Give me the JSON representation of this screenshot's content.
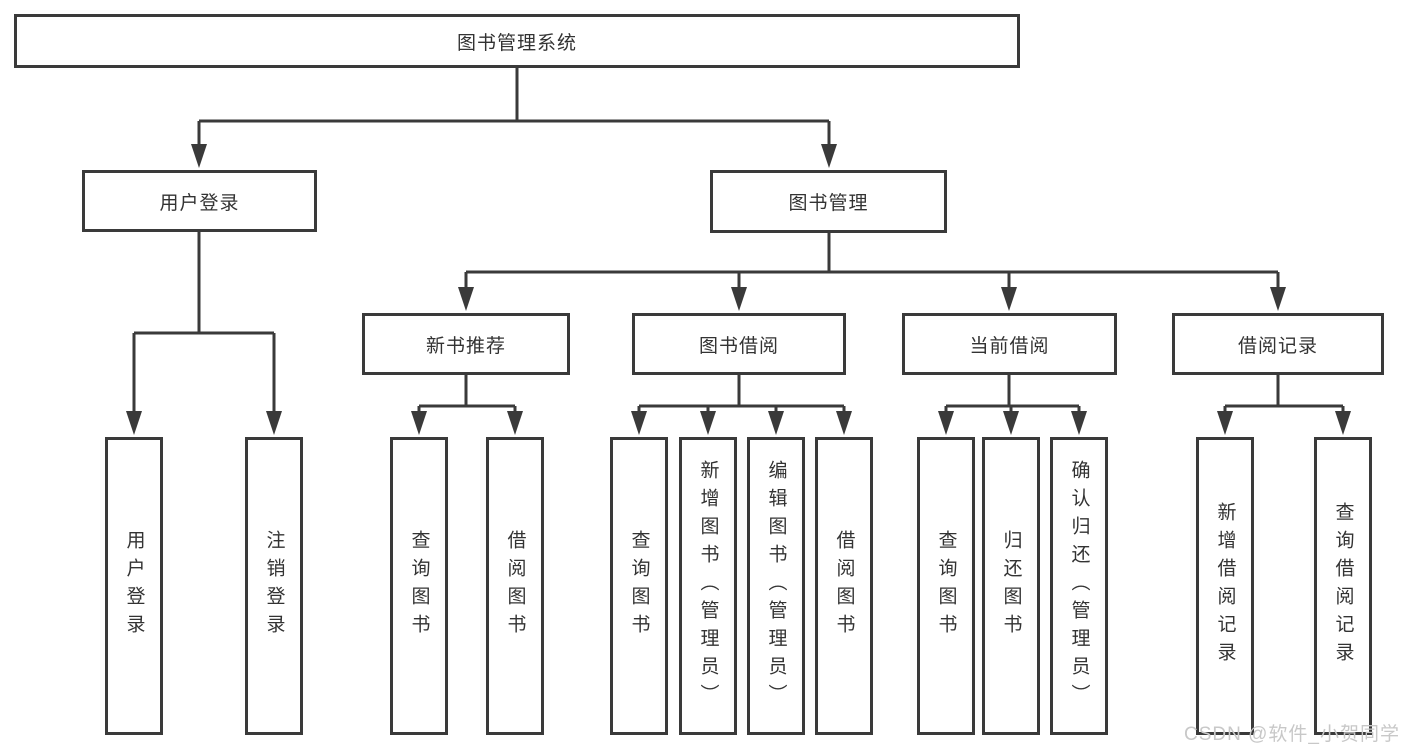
{
  "diagram": {
    "type": "hierarchy-tree",
    "root": {
      "label": "图书管理系统"
    },
    "branches": [
      {
        "label": "用户登录",
        "children": [
          {
            "label": "用户登录"
          },
          {
            "label": "注销登录"
          }
        ]
      },
      {
        "label": "图书管理",
        "children": [
          {
            "label": "新书推荐",
            "children": [
              {
                "label": "查询图书"
              },
              {
                "label": "借阅图书"
              }
            ]
          },
          {
            "label": "图书借阅",
            "children": [
              {
                "label": "查询图书"
              },
              {
                "label": "新增图书（管理员）"
              },
              {
                "label": "编辑图书（管理员）"
              },
              {
                "label": "借阅图书"
              }
            ]
          },
          {
            "label": "当前借阅",
            "children": [
              {
                "label": "查询图书"
              },
              {
                "label": "归还图书"
              },
              {
                "label": "确认归还（管理员）"
              }
            ]
          },
          {
            "label": "借阅记录",
            "children": [
              {
                "label": "新增借阅记录"
              },
              {
                "label": "查询借阅记录"
              }
            ]
          }
        ]
      }
    ]
  },
  "watermark": {
    "text": "CSDN @软件_小贺同学"
  },
  "colors": {
    "line": "#3a3a3a",
    "text": "#333333",
    "background": "#ffffff",
    "watermark": "#c8c8c8"
  }
}
